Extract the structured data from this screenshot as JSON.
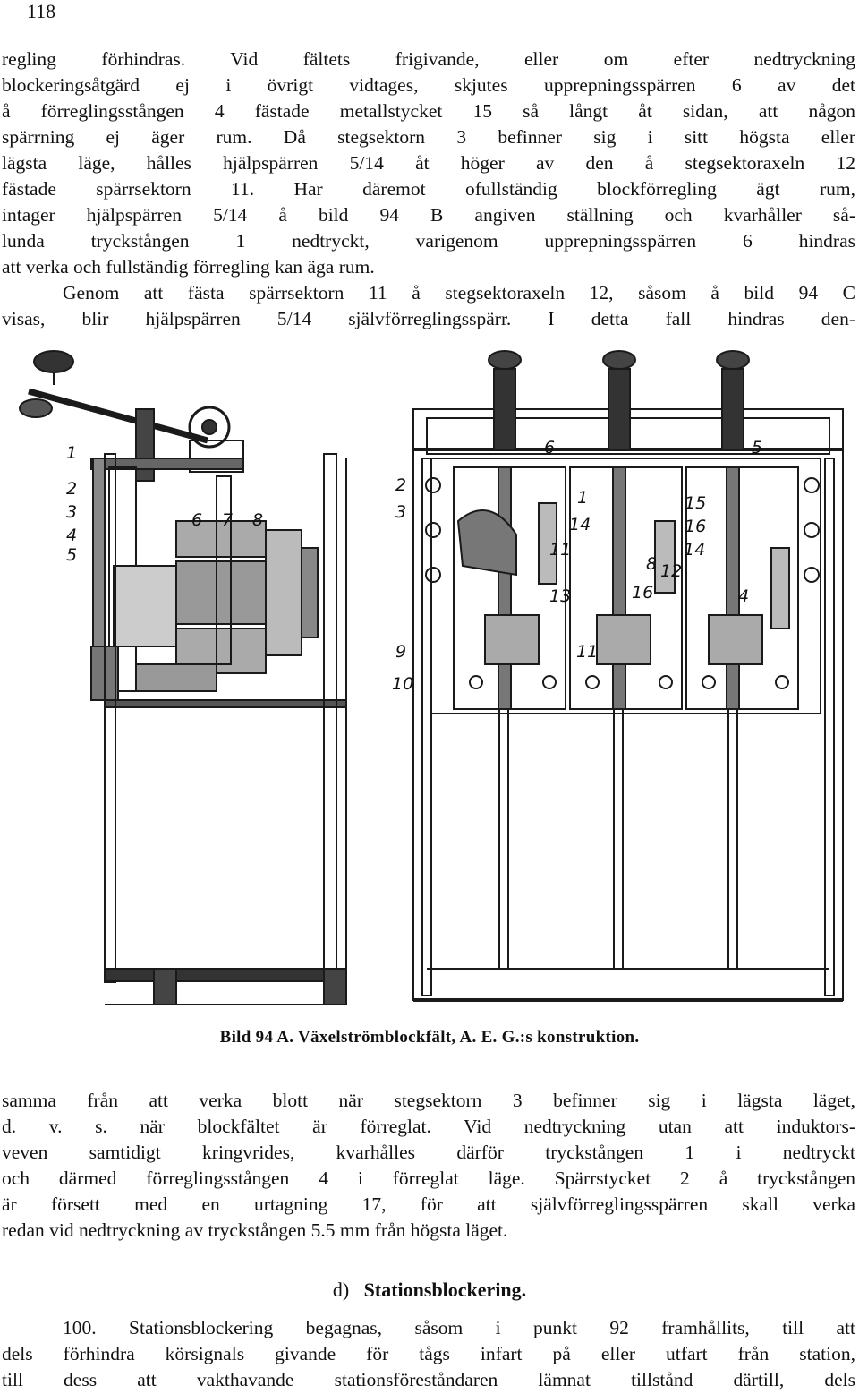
{
  "page": {
    "number": "118"
  },
  "top_paragraph": {
    "lines": [
      "regling förhindras. Vid fältets frigivande, eller om efter nedtryckning",
      "blockeringsåtgärd ej i övrigt vidtages, skjutes upprepningsspärren 6 av det",
      "å förreglingsstången 4 fästade metallstycket 15 så långt åt sidan, att någon",
      "spärrning ej äger rum. Då stegsektorn 3 befinner sig i sitt högsta eller",
      "lägsta läge, hålles hjälpspärren 5/14 åt höger av den å stegsektoraxeln 12",
      "fästade spärrsektorn 11. Har däremot ofullständig blockförregling ägt rum,",
      "intager hjälpspärren 5/14 å bild 94 B angiven ställning och kvarhåller så-",
      "lunda tryckstången 1 nedtryckt, varigenom upprepningsspärren 6 hindras",
      "att verka och fullständig förregling kan äga rum.",
      "Genom att fästa spärrsektorn 11 å stegsektoraxeln 12, såsom å bild 94 C",
      "visas, blir hjälpspärren 5/14 självförreglingsspärr. I detta fall hindras den-"
    ]
  },
  "figure": {
    "caption": "Bild 94 A. Växelströmblockfält, A. E. G.:s konstruktion.",
    "left_labels": [
      "1",
      "2",
      "3",
      "4",
      "5",
      "6",
      "7",
      "8"
    ],
    "right_labels": [
      "1",
      "2",
      "3",
      "4",
      "5",
      "6",
      "8",
      "9",
      "10",
      "11",
      "12",
      "13",
      "14",
      "15",
      "16",
      "16",
      "14",
      "11"
    ]
  },
  "after_paragraph": {
    "lines": [
      "samma från att verka blott när stegsektorn 3 befinner sig i lägsta läget,",
      "d. v. s. när blockfältet är förreglat. Vid nedtryckning utan att induktors-",
      "veven samtidigt kringvrides, kvarhålles därför tryckstången 1 i nedtryckt",
      "och därmed förreglingsstången 4 i förreglat läge. Spärrstycket 2 å tryckstången",
      "är försett med en urtagning 17, för att självförreglingsspärren skall verka",
      "redan vid nedtryckning av tryckstången 5.5 mm från högsta läget."
    ]
  },
  "section": {
    "prefix": "d)",
    "title": "Stationsblockering."
  },
  "end_paragraph": {
    "lines": [
      "100. Stationsblockering begagnas, såsom i punkt 92 framhållits, till att",
      "dels förhindra körsignals givande för tågs infart på eller utfart från station,",
      "till dess att vakthavande stationsföreståndaren lämnat tillstånd därtill, dels"
    ]
  }
}
